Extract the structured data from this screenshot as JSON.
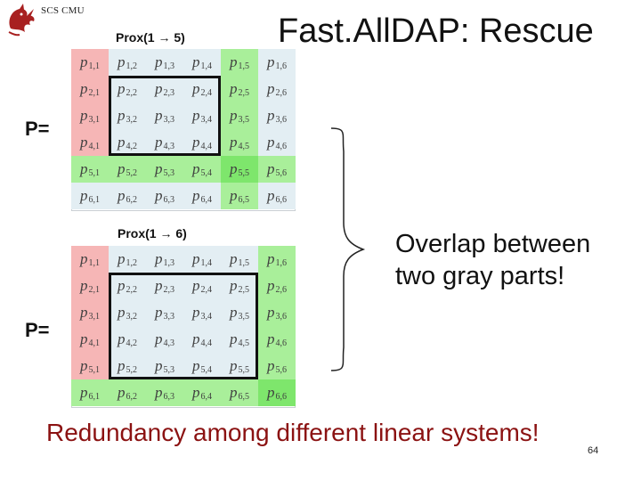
{
  "header": {
    "logo_text": "SCS CMU",
    "title": "Fast.AllDAP: Rescue"
  },
  "colors": {
    "red": "#f6b6b6",
    "light_blue": "#e3eef3",
    "green": "#a9ef9a",
    "green_strong": "#7ee66c",
    "frame": "#111111"
  },
  "icons": {
    "logo": "dragon-logo-icon"
  },
  "matrices": [
    {
      "label": "Prox(1 → 5)",
      "p_label": "P=",
      "red_rows": [
        1,
        2,
        3,
        4
      ],
      "red_cols": [
        1
      ],
      "green_rows": [
        5
      ],
      "green_cols": [
        5
      ],
      "square_rows": [
        2,
        4
      ],
      "square_cols": [
        2,
        4
      ],
      "rows": [
        [
          [
            "p",
            "1,1"
          ],
          [
            "p",
            "1,2"
          ],
          [
            "p",
            "1,3"
          ],
          [
            "p",
            "1,4"
          ],
          [
            "p",
            "1,5"
          ],
          [
            "p",
            "1,6"
          ]
        ],
        [
          [
            "p",
            "2,1"
          ],
          [
            "p",
            "2,2"
          ],
          [
            "p",
            "2,3"
          ],
          [
            "p",
            "2,4"
          ],
          [
            "p",
            "2,5"
          ],
          [
            "p",
            "2,6"
          ]
        ],
        [
          [
            "p",
            "3,1"
          ],
          [
            "p",
            "3,2"
          ],
          [
            "p",
            "3,3"
          ],
          [
            "p",
            "3,4"
          ],
          [
            "p",
            "3,5"
          ],
          [
            "p",
            "3,6"
          ]
        ],
        [
          [
            "p",
            "4,1"
          ],
          [
            "p",
            "4,2"
          ],
          [
            "p",
            "4,3"
          ],
          [
            "p",
            "4,4"
          ],
          [
            "p",
            "4,5"
          ],
          [
            "p",
            "4,6"
          ]
        ],
        [
          [
            "p",
            "5,1"
          ],
          [
            "p",
            "5,2"
          ],
          [
            "p",
            "5,3"
          ],
          [
            "p",
            "5,4"
          ],
          [
            "p",
            "5,5"
          ],
          [
            "p",
            "5,6"
          ]
        ],
        [
          [
            "p",
            "6,1"
          ],
          [
            "p",
            "6,2"
          ],
          [
            "p",
            "6,3"
          ],
          [
            "p",
            "6,4"
          ],
          [
            "p",
            "6,5"
          ],
          [
            "p",
            "6,6"
          ]
        ]
      ]
    },
    {
      "label": "Prox(1 → 6)",
      "p_label": "P=",
      "red_rows": [
        1,
        2,
        3,
        4,
        5
      ],
      "red_cols": [
        1
      ],
      "green_rows": [
        6
      ],
      "green_cols": [
        6
      ],
      "square_rows": [
        2,
        5
      ],
      "square_cols": [
        2,
        5
      ],
      "rows": [
        [
          [
            "p",
            "1,1"
          ],
          [
            "p",
            "1,2"
          ],
          [
            "p",
            "1,3"
          ],
          [
            "p",
            "1,4"
          ],
          [
            "p",
            "1,5"
          ],
          [
            "p",
            "1,6"
          ]
        ],
        [
          [
            "p",
            "2,1"
          ],
          [
            "p",
            "2,2"
          ],
          [
            "p",
            "2,3"
          ],
          [
            "p",
            "2,4"
          ],
          [
            "p",
            "2,5"
          ],
          [
            "p",
            "2,6"
          ]
        ],
        [
          [
            "p",
            "3,1"
          ],
          [
            "p",
            "3,2"
          ],
          [
            "p",
            "3,3"
          ],
          [
            "p",
            "3,4"
          ],
          [
            "p",
            "3,5"
          ],
          [
            "p",
            "3,6"
          ]
        ],
        [
          [
            "p",
            "4,1"
          ],
          [
            "p",
            "4,2"
          ],
          [
            "p",
            "4,3"
          ],
          [
            "p",
            "4,4"
          ],
          [
            "p",
            "4,5"
          ],
          [
            "p",
            "4,6"
          ]
        ],
        [
          [
            "p",
            "5,1"
          ],
          [
            "p",
            "5,2"
          ],
          [
            "p",
            "5,3"
          ],
          [
            "p",
            "5,4"
          ],
          [
            "p",
            "5,5"
          ],
          [
            "p",
            "5,6"
          ]
        ],
        [
          [
            "p",
            "6,1"
          ],
          [
            "p",
            "6,2"
          ],
          [
            "p",
            "6,3"
          ],
          [
            "p",
            "6,4"
          ],
          [
            "p",
            "6,5"
          ],
          [
            "p",
            "6,6"
          ]
        ]
      ]
    }
  ],
  "overlap_text": [
    "Overlap between",
    "two gray parts!"
  ],
  "redundancy_text": "Redundancy among different linear systems!",
  "page_number": "64"
}
